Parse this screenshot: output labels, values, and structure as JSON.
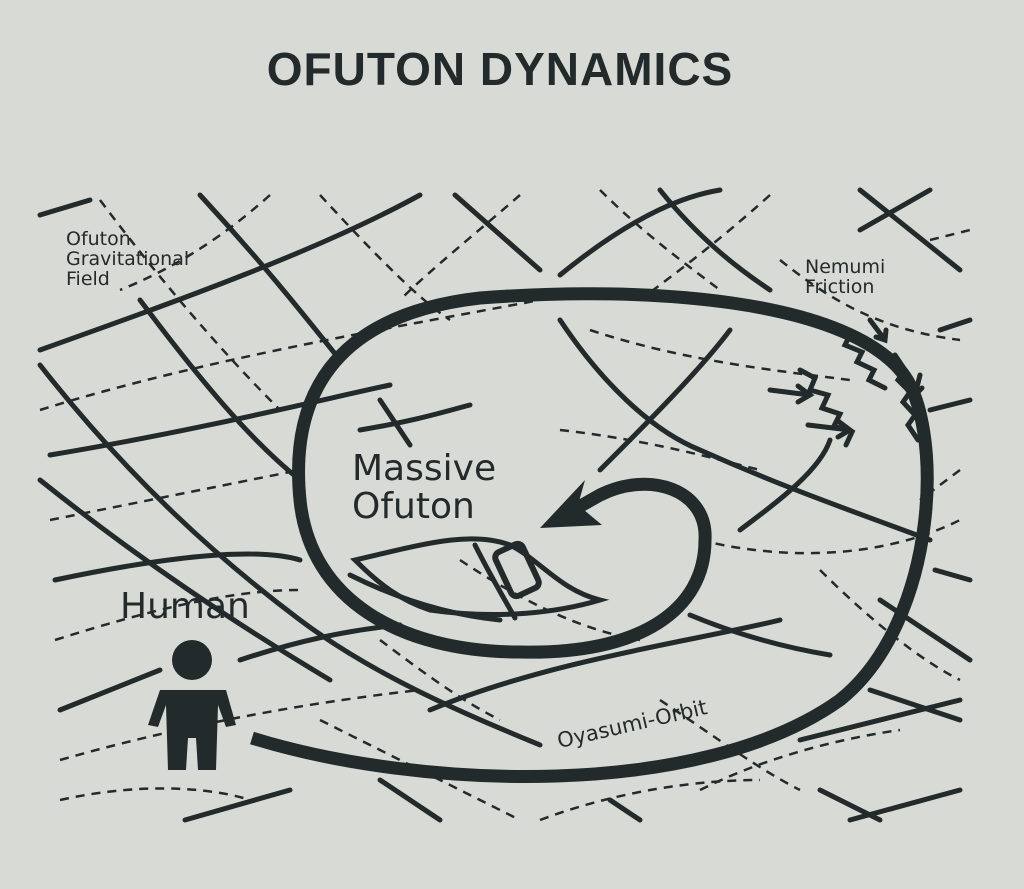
{
  "title": "OFUTON DYNAMICS",
  "labels": {
    "field_line1": "Ofuton",
    "field_line2": "Gravitational",
    "field_line3": "Field",
    "friction_line1": "Nemumi",
    "friction_line2": "Friction",
    "massive_line1": "Massive",
    "massive_line2": "Ofuton",
    "human": "Human",
    "orbit": "Oyasumi-Orbit"
  },
  "colors": {
    "ink": "#232a2b",
    "fabric": "#d8dbd5"
  }
}
